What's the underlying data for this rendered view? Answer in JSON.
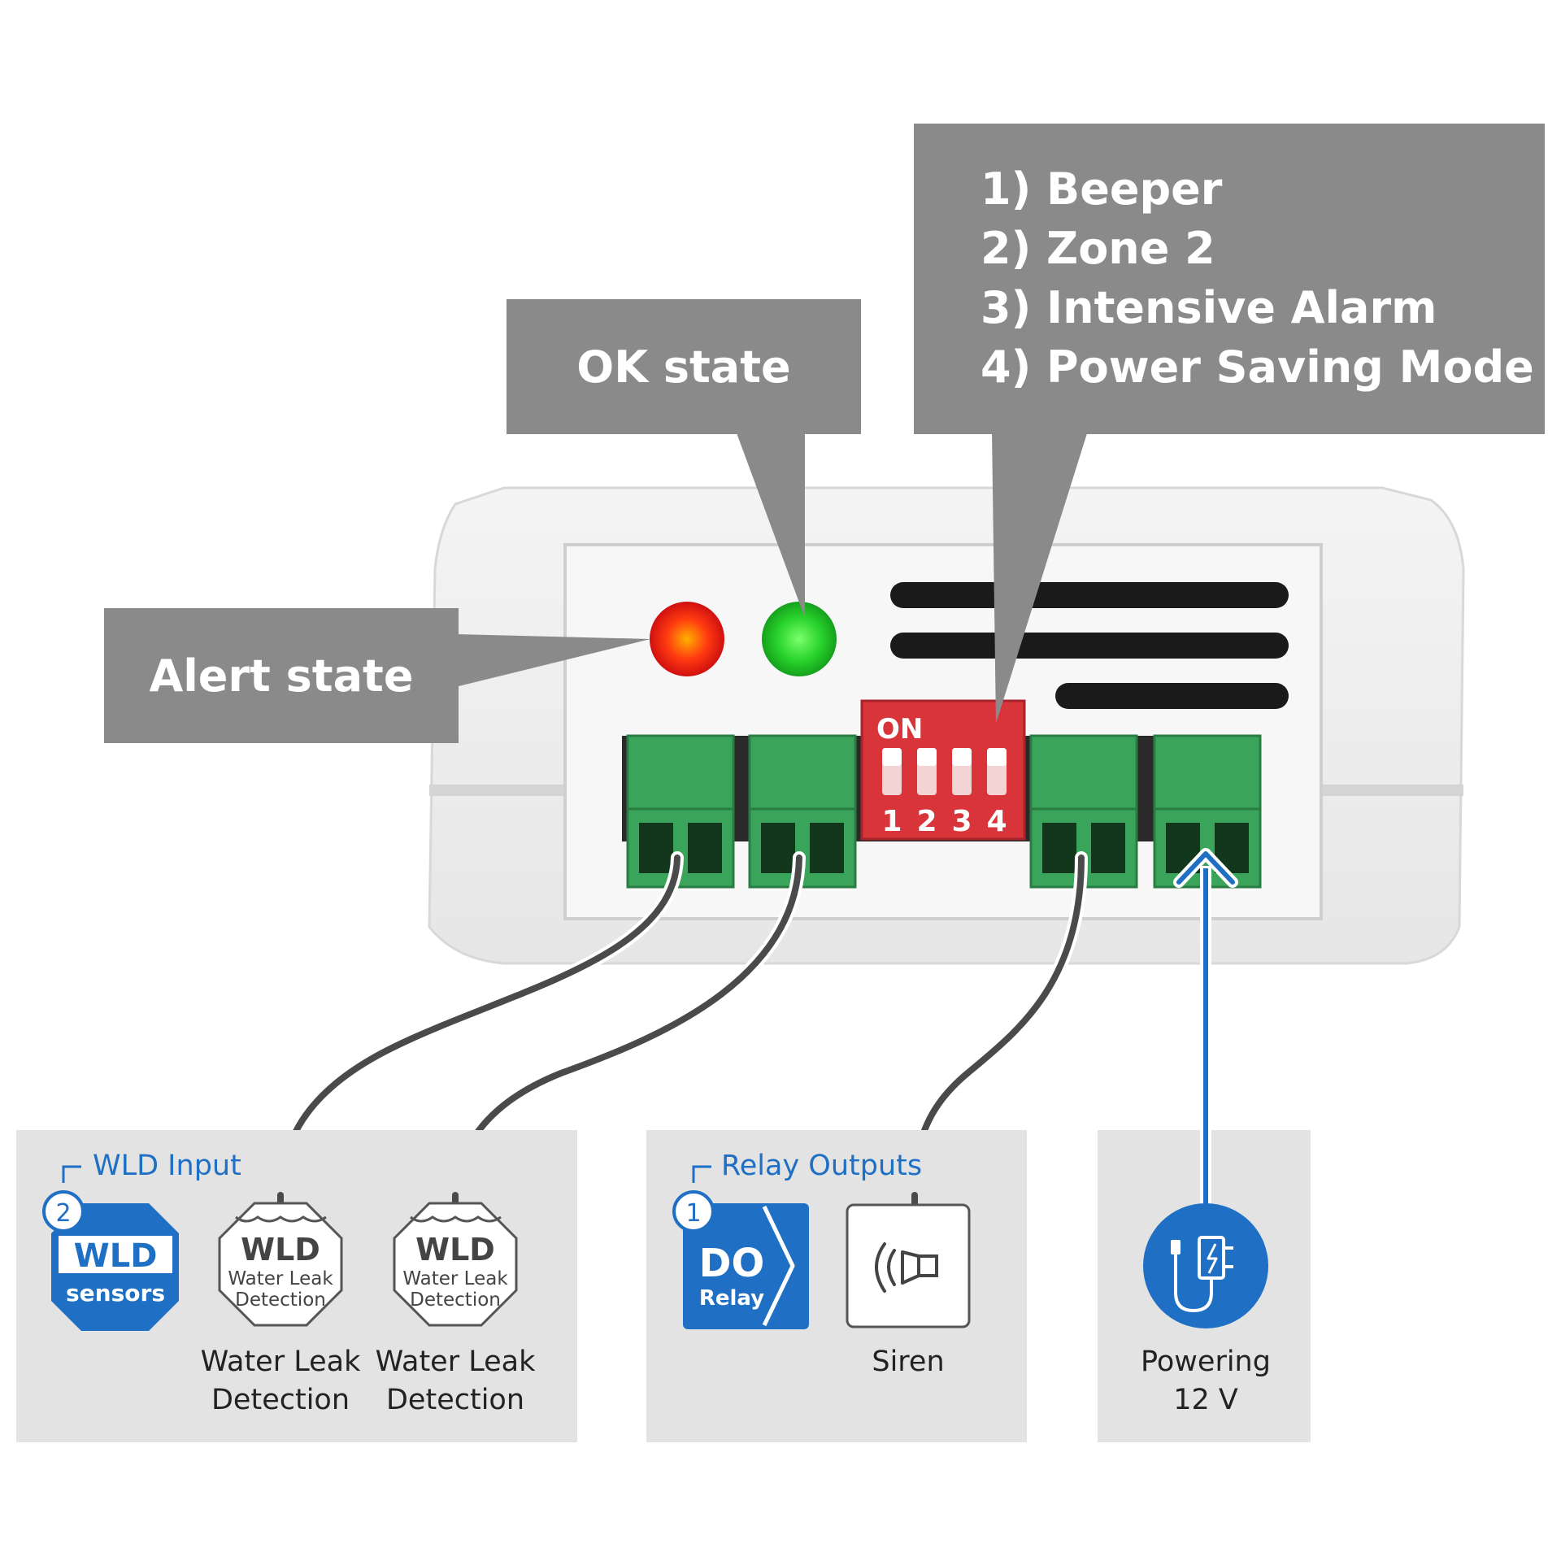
{
  "callouts": {
    "alert": "Alert state",
    "ok": "OK state",
    "dip_switches": [
      "1) Beeper",
      "2) Zone 2",
      "3) Intensive Alarm",
      "4) Power Saving Mode"
    ]
  },
  "device": {
    "dip_on_label": "ON",
    "dip_numbers": [
      "1",
      "2",
      "3",
      "4"
    ]
  },
  "wld_group": {
    "title": "WLD Input",
    "badge_number": "2",
    "module_line1": "WLD",
    "module_line2": "sensors",
    "sensor_label_main": "WLD",
    "sensor_label_sub1": "Water Leak",
    "sensor_label_sub2": "Detection",
    "captions": [
      [
        "Water Leak",
        "Detection"
      ],
      [
        "Water Leak",
        "Detection"
      ]
    ]
  },
  "relay_group": {
    "title": "Relay Outputs",
    "badge_number": "1",
    "module_line1": "DO",
    "module_line2": "Relay",
    "caption": "Siren"
  },
  "power_group": {
    "caption_line1": "Powering",
    "caption_line2": "12 V"
  },
  "colors": {
    "callout_bg": "#8a8a8a",
    "panel_bg": "#e3e3e3",
    "accent_blue": "#1f6fc5",
    "terminal_green": "#3aa55a",
    "dip_red": "#d8343a",
    "led_red": "#ff3a10",
    "led_green": "#28d22c",
    "cable": "#4a4a4a"
  }
}
